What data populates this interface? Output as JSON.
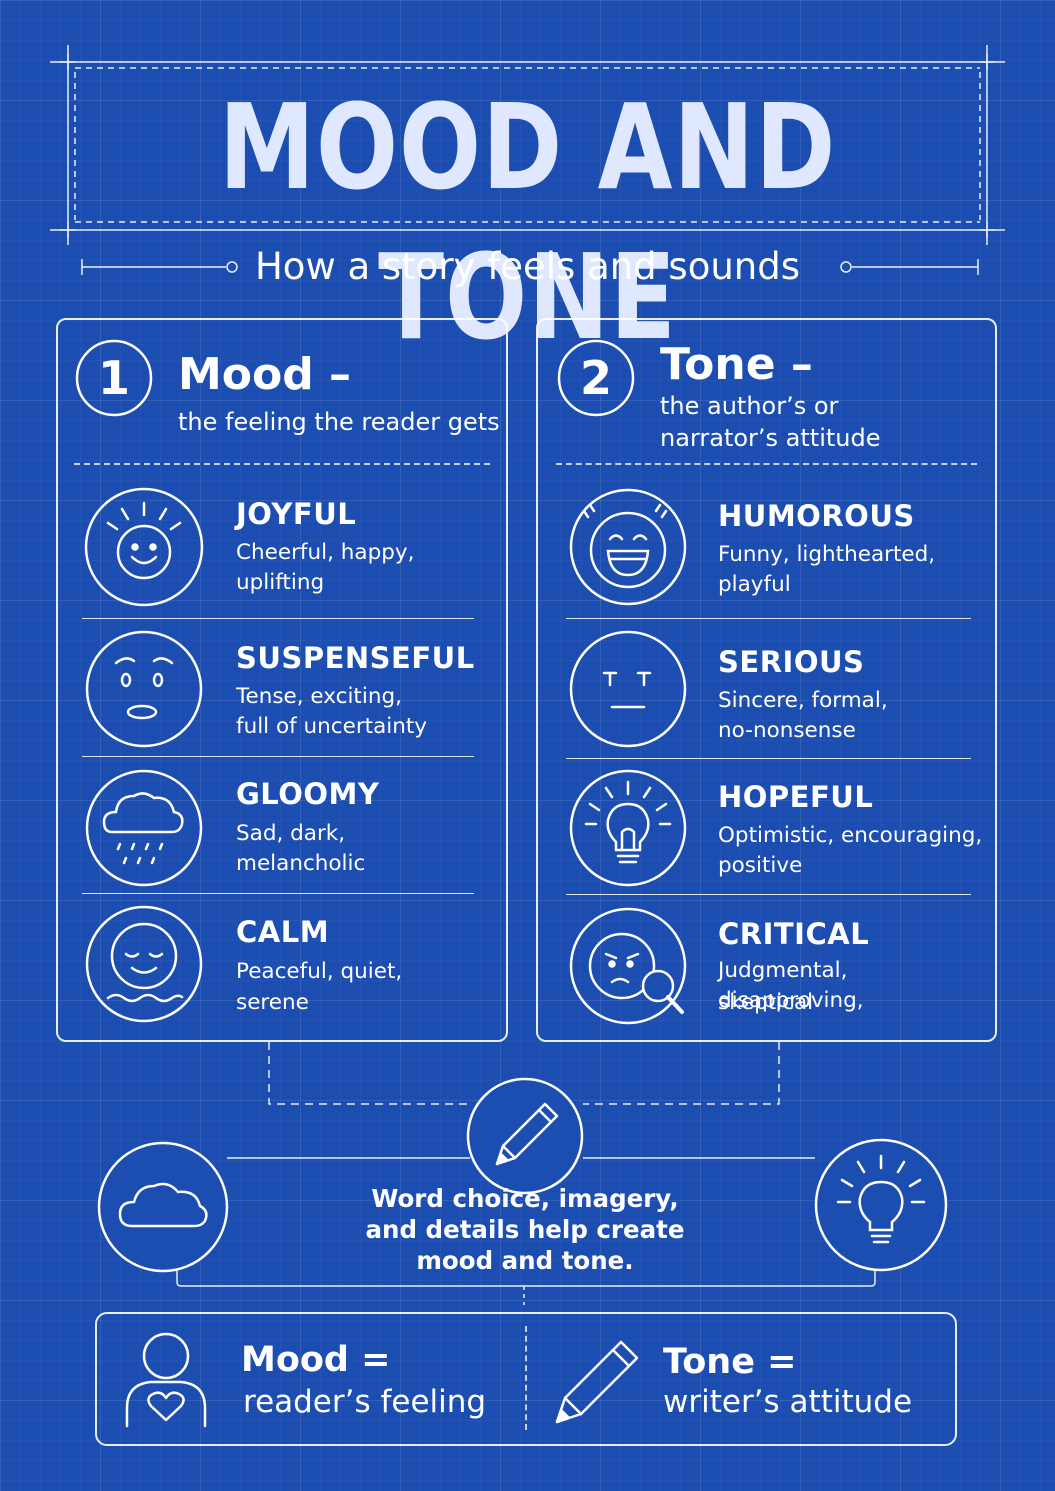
{
  "title": "MOOD AND TONE",
  "subtitle": "How a story feels and sounds",
  "mood_panel": {
    "number": "1",
    "heading": "Mood –",
    "subheading": "the feeling the reader gets",
    "items": [
      {
        "name": "JOYFUL",
        "desc1": "Cheerful, happy,",
        "desc2": "uplifting",
        "icon": "sun-face-icon"
      },
      {
        "name": "SUSPENSEFUL",
        "desc1": "Tense, exciting,",
        "desc2": "full of uncertainty",
        "icon": "worried-face-icon"
      },
      {
        "name": "GLOOMY",
        "desc1": "Sad, dark,",
        "desc2": "melancholic",
        "icon": "rain-cloud-icon"
      },
      {
        "name": "CALM",
        "desc1": "Peaceful, quiet,",
        "desc2": "serene",
        "icon": "calm-face-icon"
      }
    ]
  },
  "tone_panel": {
    "number": "2",
    "heading": "Tone –",
    "subheading1": "the author’s or",
    "subheading2": "narrator’s attitude",
    "items": [
      {
        "name": "HUMOROUS",
        "desc1": "Funny, lighthearted,",
        "desc2": "playful",
        "icon": "laughing-face-icon"
      },
      {
        "name": "SERIOUS",
        "desc1": "Sincere, formal,",
        "desc2": "no-nonsense",
        "icon": "serious-face-icon"
      },
      {
        "name": "HOPEFUL",
        "desc1": "Optimistic, encouraging,",
        "desc2": "positive",
        "icon": "lightbulb-icon"
      },
      {
        "name": "CRITICAL",
        "desc1": "Judgmental, disapproving,",
        "desc2": "skeptical",
        "icon": "magnifier-face-icon"
      }
    ]
  },
  "connector": {
    "line1": "Word choice, imagery,",
    "line2": "and details help create",
    "line3": "mood and tone."
  },
  "summary": {
    "mood_head": "Mood =",
    "mood_sub": "reader’s feeling",
    "tone_head": "Tone =",
    "tone_sub": "writer’s attitude"
  },
  "colors": {
    "background": "#1c4db1",
    "line": "#ffffff"
  }
}
